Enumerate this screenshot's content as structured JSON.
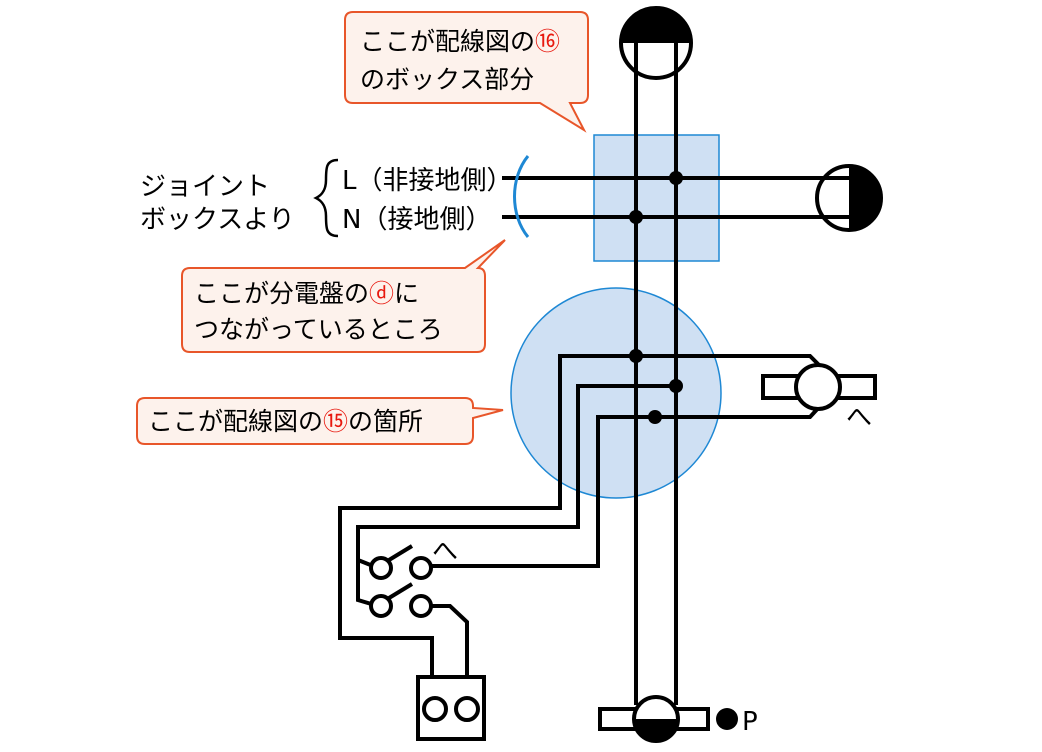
{
  "colors": {
    "wire": "#000000",
    "box_fill": "#cfe0f3",
    "box_stroke": "#1e88d4",
    "callout_fill": "#fdf2ec",
    "callout_stroke": "#e8562a",
    "highlight_number": "#e8190f"
  },
  "labels": {
    "source_line1": "ジョイント",
    "source_line2": "ボックスより",
    "l_side": "L（非接地側）",
    "n_side": "N（接地側）",
    "switch_he": "へ",
    "lamp_he": "へ",
    "pilot_p": "P"
  },
  "callouts": {
    "box16_line1": "ここが配線図の",
    "box16_num": "⑯",
    "box16_line2": "のボックス部分",
    "panel_line1": "ここが分電盤の",
    "panel_mark": "ⓓ",
    "panel_line1_end": "に",
    "panel_line2": "つながっているところ",
    "box15_pre": "ここが配線図の",
    "box15_num": "⑮",
    "box15_post": "の箇所"
  },
  "icons": {
    "top_lamp": "ceiling-lamp-icon",
    "right_lamp": "ceiling-lamp-icon",
    "pendant": "pendant-lamp-icon",
    "switches": "switch-icon",
    "outlet": "duplex-outlet-icon",
    "bottom_fixture": "wall-lamp-icon",
    "pilot": "pilot-lamp-icon"
  }
}
